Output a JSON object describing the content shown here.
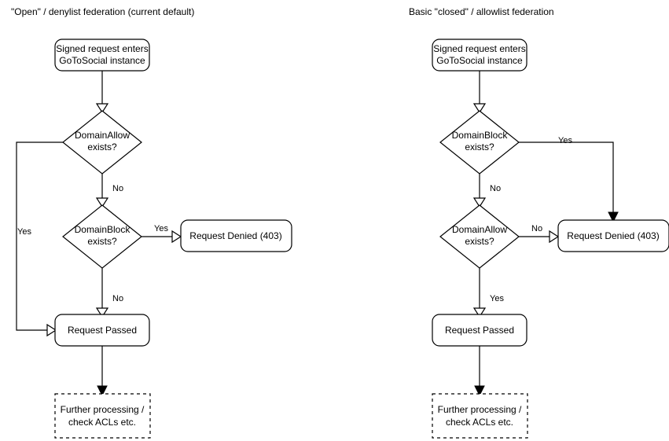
{
  "diagram": {
    "title_left": "\"Open\" / denylist federation (current default)",
    "title_right": "Basic \"closed\" / allowlist federation",
    "colors": {
      "stroke": "#000000",
      "fill": "#ffffff",
      "text": "#000000",
      "background": "#ffffff"
    }
  },
  "left_flow": {
    "start": {
      "line1": "Signed request enters",
      "line2": "GoToSocial instance"
    },
    "decision_1": {
      "line1": "DomainAllow",
      "line2": "exists?"
    },
    "decision_2": {
      "line1": "DomainBlock",
      "line2": "exists?"
    },
    "denied": "Request Denied (403)",
    "passed": "Request Passed",
    "further": {
      "line1": "Further processing /",
      "line2": "check ACLs etc."
    },
    "labels": {
      "allow_yes": "Yes",
      "allow_no": "No",
      "block_yes": "Yes",
      "block_no": "No"
    }
  },
  "right_flow": {
    "start": {
      "line1": "Signed request enters",
      "line2": "GoToSocial instance"
    },
    "decision_1": {
      "line1": "DomainBlock",
      "line2": "exists?"
    },
    "decision_2": {
      "line1": "DomainAllow",
      "line2": "exists?"
    },
    "denied": "Request Denied (403)",
    "passed": "Request Passed",
    "further": {
      "line1": "Further processing /",
      "line2": "check ACLs etc."
    },
    "labels": {
      "block_yes": "Yes",
      "block_no": "No",
      "allow_no": "No",
      "allow_yes": "Yes"
    }
  }
}
